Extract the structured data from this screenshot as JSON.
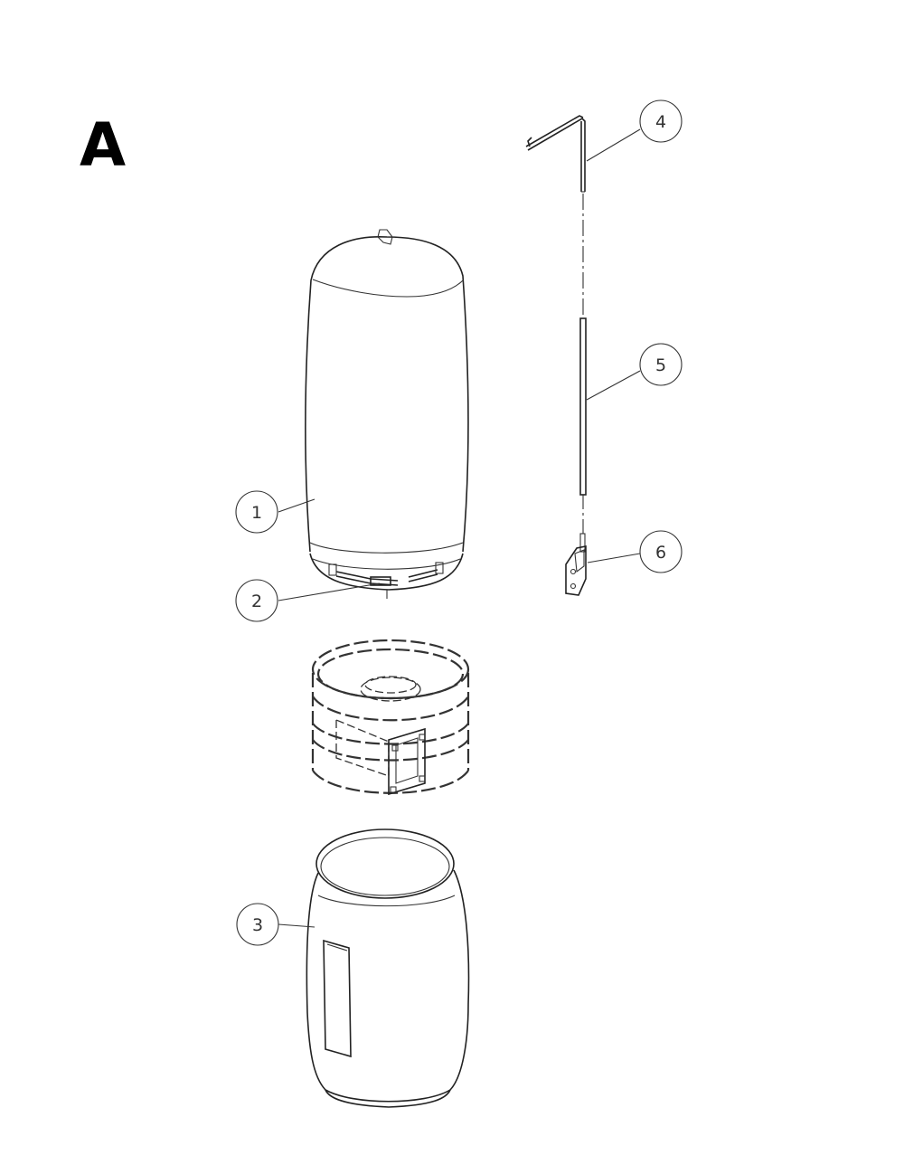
{
  "figure": {
    "section_label": "A"
  },
  "callouts": [
    {
      "number": "1",
      "part": "filter-bag"
    },
    {
      "number": "2",
      "part": "bag-clamp"
    },
    {
      "number": "3",
      "part": "collection-bag"
    },
    {
      "number": "4",
      "part": "upper-hanger-rod"
    },
    {
      "number": "5",
      "part": "lower-hanger-rod"
    },
    {
      "number": "6",
      "part": "hanger-bracket"
    }
  ],
  "colors": {
    "line": "#222222",
    "background": "#ffffff"
  }
}
